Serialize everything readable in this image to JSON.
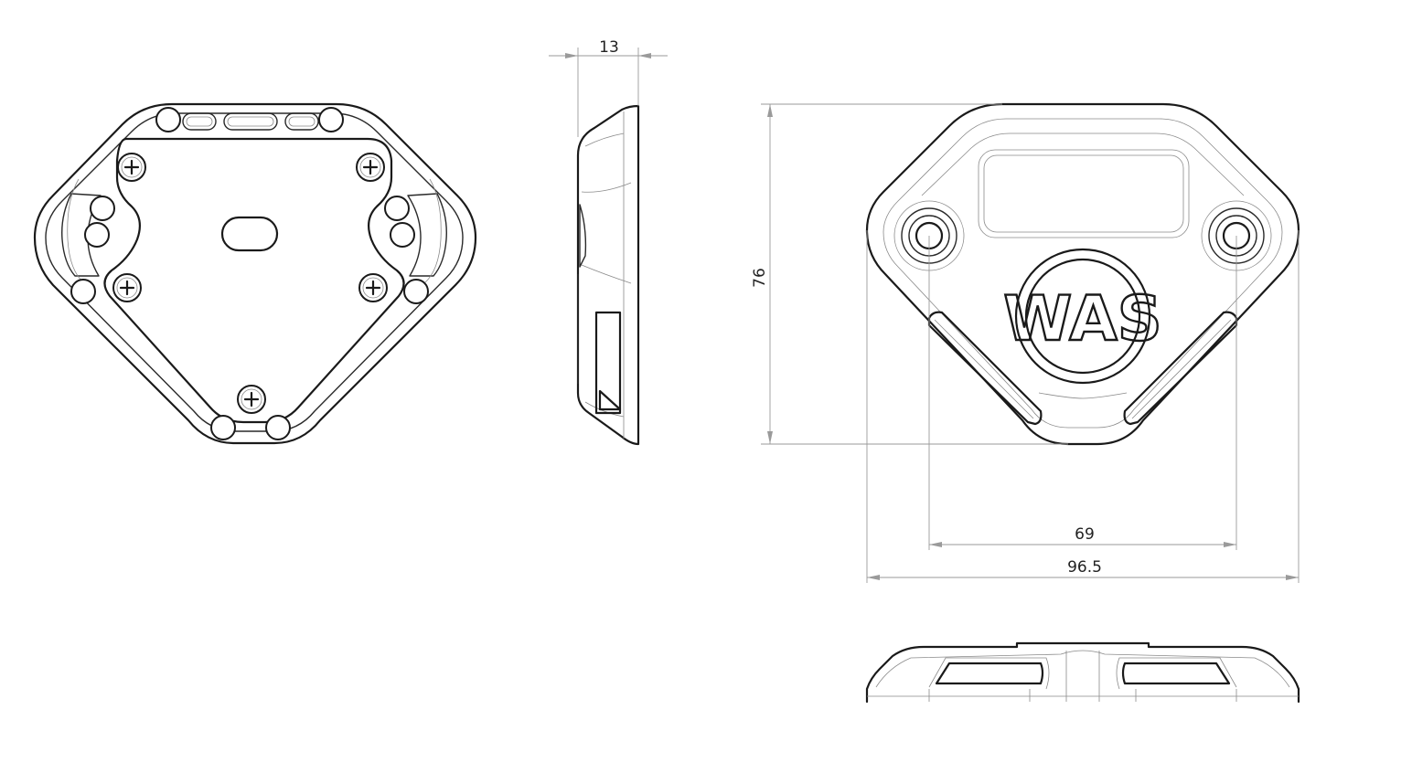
{
  "dimensions": {
    "thickness": "13",
    "height": "76",
    "hole_spacing": "69",
    "overall_width": "96.5"
  },
  "logo": {
    "text": "WAS"
  },
  "colors": {
    "line": "#1a1a1a",
    "dimension_line": "#9a9a9a",
    "background": "#ffffff"
  }
}
